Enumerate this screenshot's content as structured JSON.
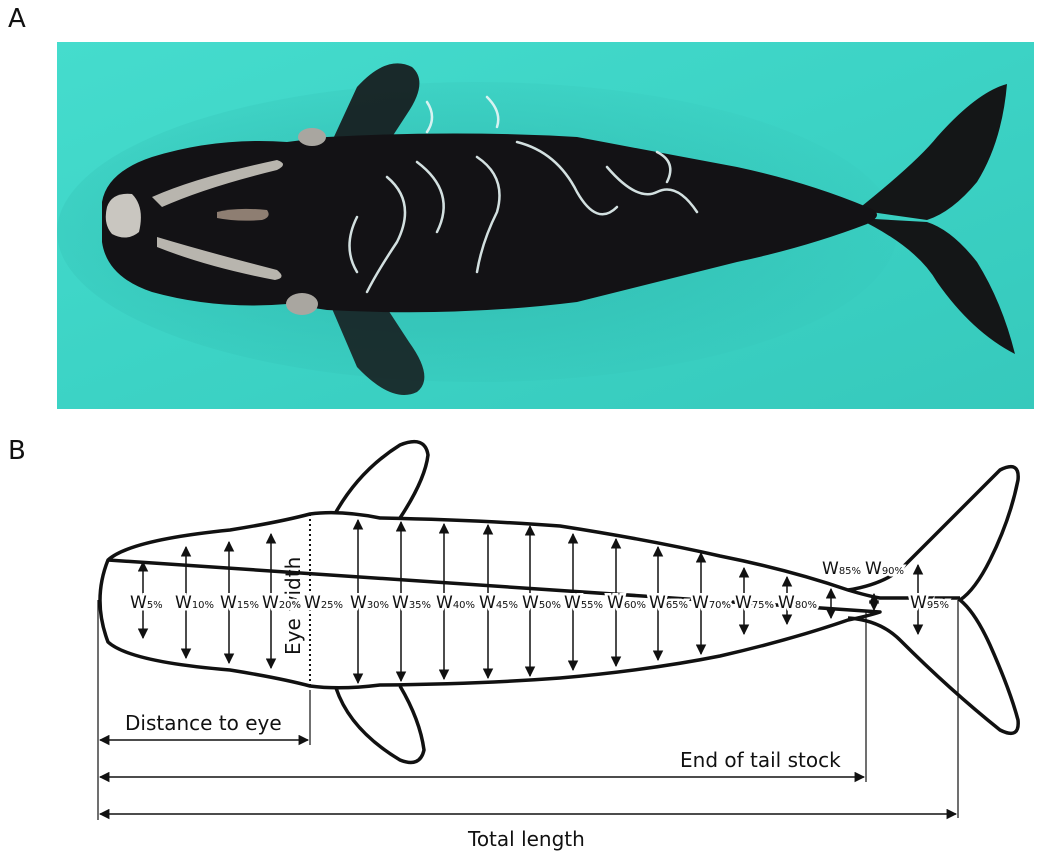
{
  "panels": {
    "a": "A",
    "b": "B"
  },
  "photo": {
    "water_color": "#3fd6c8",
    "whale_color": "#131215"
  },
  "schematic": {
    "width_measurements": [
      {
        "letter": "W",
        "pct": "5%"
      },
      {
        "letter": "W",
        "pct": "10%"
      },
      {
        "letter": "W",
        "pct": "15%"
      },
      {
        "letter": "W",
        "pct": "20%"
      },
      {
        "letter": "W",
        "pct": "25%"
      },
      {
        "letter": "W",
        "pct": "30%"
      },
      {
        "letter": "W",
        "pct": "35%"
      },
      {
        "letter": "W",
        "pct": "40%"
      },
      {
        "letter": "W",
        "pct": "45%"
      },
      {
        "letter": "W",
        "pct": "50%"
      },
      {
        "letter": "W",
        "pct": "55%"
      },
      {
        "letter": "W",
        "pct": "60%"
      },
      {
        "letter": "W",
        "pct": "65%"
      },
      {
        "letter": "W",
        "pct": "70%"
      },
      {
        "letter": "W",
        "pct": "75%"
      },
      {
        "letter": "W",
        "pct": "80%"
      },
      {
        "letter": "W",
        "pct": "85%"
      },
      {
        "letter": "W",
        "pct": "90%"
      },
      {
        "letter": "W",
        "pct": "95%"
      }
    ],
    "eye_width_label": "Eye width",
    "distance_to_eye_label": "Distance to eye",
    "end_of_tail_stock_label": "End of tail stock",
    "total_length_label": "Total length"
  }
}
